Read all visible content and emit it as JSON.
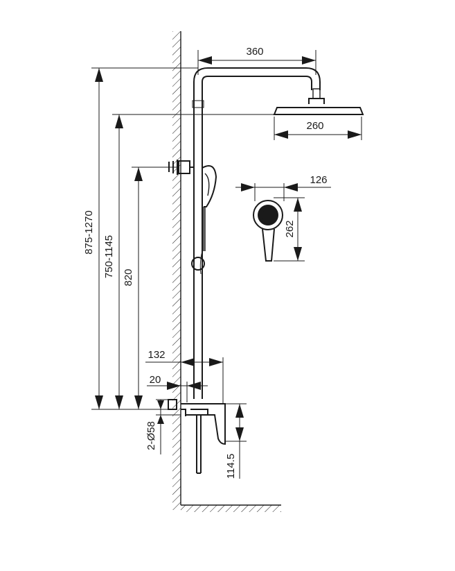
{
  "dimensions": {
    "arm_length": "360",
    "head_diameter": "260",
    "handshower_width": "126",
    "handshower_height": "262",
    "total_height_range": "875-1270",
    "head_height_range": "750-1145",
    "holder_height": "820",
    "mixer_depth": "132",
    "pipe_offset": "20",
    "inlet_size": "2-Ø58",
    "mixer_height": "114.5"
  },
  "colors": {
    "line": "#1a1a1a",
    "background": "#ffffff"
  }
}
